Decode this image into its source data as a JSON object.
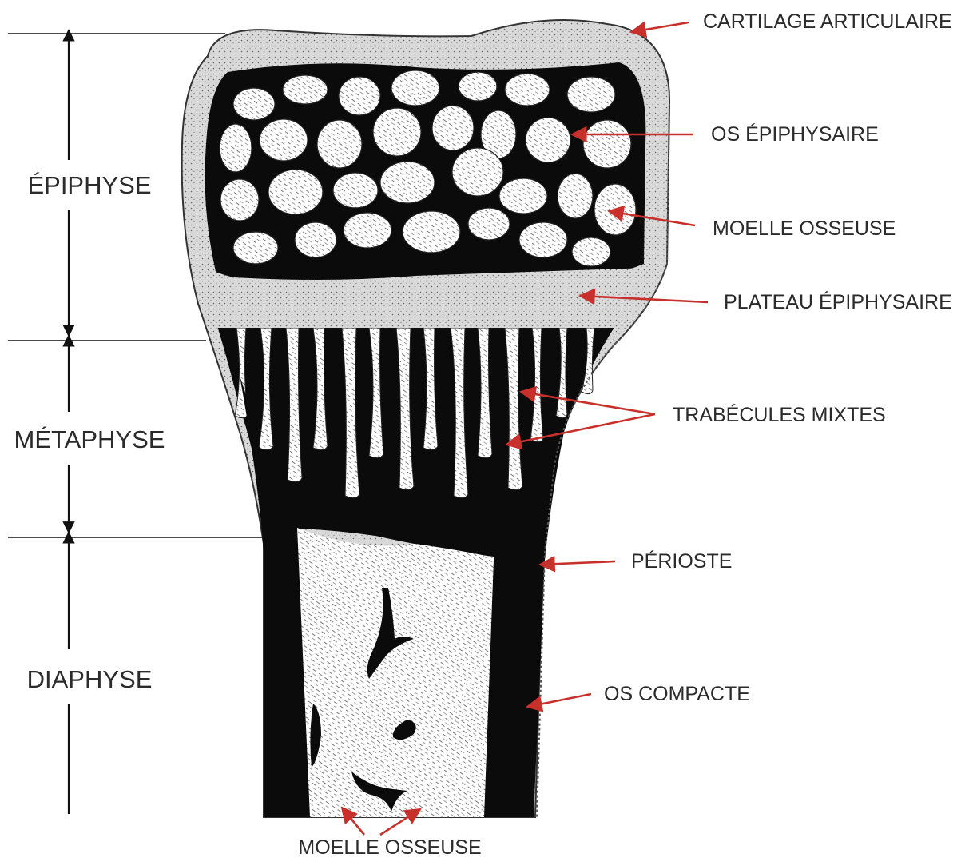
{
  "regions": {
    "epiphysis": "ÉPIPHYSE",
    "metaphysis": "MÉTAPHYSE",
    "diaphysis": "DIAPHYSE"
  },
  "labels": {
    "articular_cartilage": "CARTILAGE ARTICULAIRE",
    "epiphyseal_bone": "OS ÉPIPHYSAIRE",
    "bone_marrow_upper": "MOELLE OSSEUSE",
    "epiphyseal_plate": "PLATEAU ÉPIPHYSAIRE",
    "mixed_trabeculae": "TRABÉCULES MIXTES",
    "periosteum": "PÉRIOSTE",
    "compact_bone": "OS COMPACTE",
    "bone_marrow_lower": "MOELLE OSSEUSE"
  },
  "colors": {
    "callout_arrow": "#c8312b",
    "ink": "#111111",
    "text": "#2b2b2b",
    "cartilage_fill": "#d6d6d6"
  }
}
